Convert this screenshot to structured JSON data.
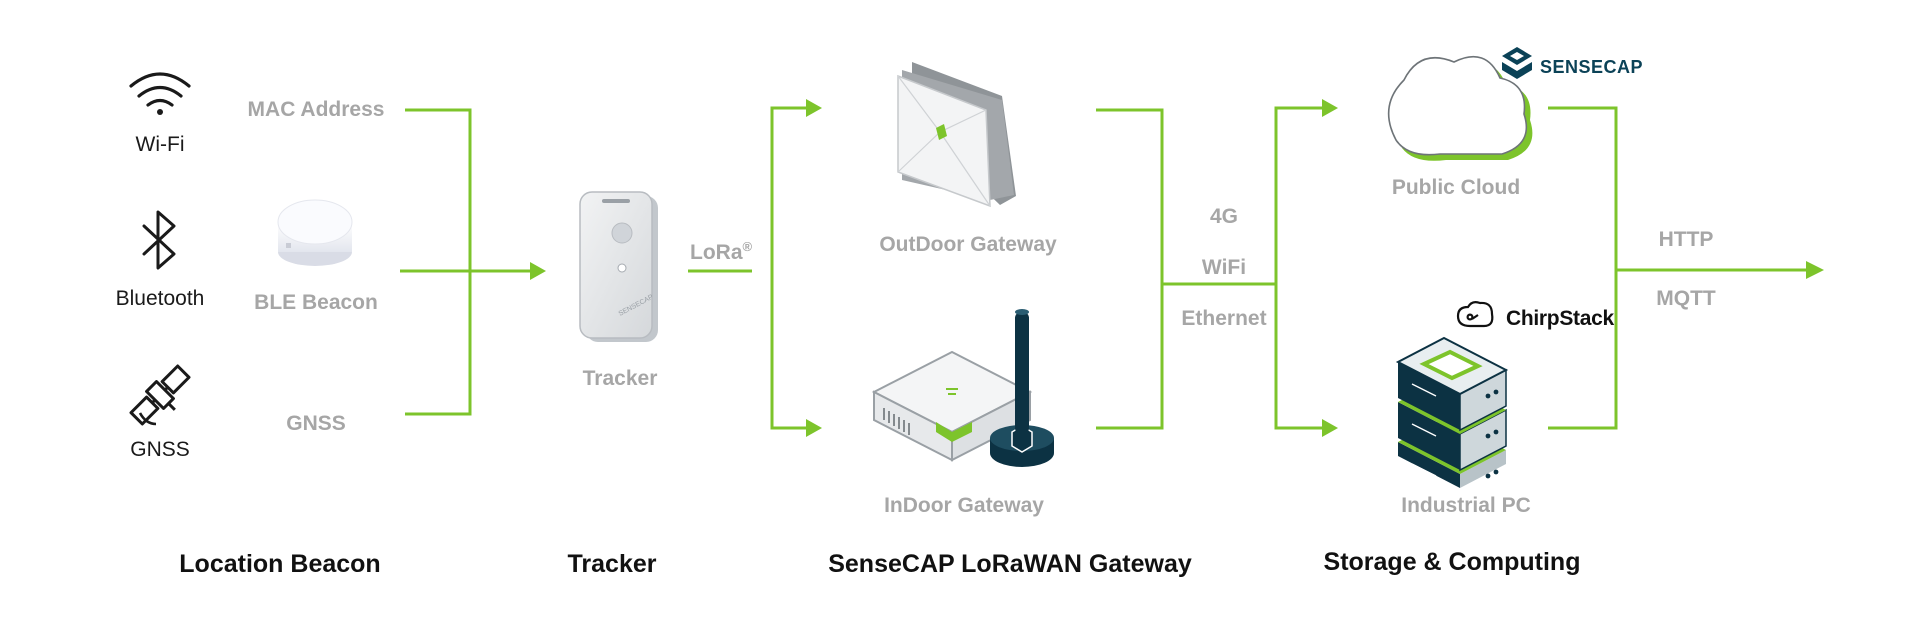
{
  "colors": {
    "green": "#7dc42b",
    "grey_text": "#a6a6a6",
    "navy": "#0b3f55"
  },
  "sources": {
    "wifi": "Wi-Fi",
    "bluetooth": "Bluetooth",
    "gnss": "GNSS",
    "mac_address": "MAC Address",
    "ble_beacon": "BLE Beacon",
    "gnss_signal": "GNSS"
  },
  "tracker": {
    "label": "Tracker",
    "device_brand": "SENSECAP"
  },
  "lora": {
    "label": "LoRa",
    "mark": "®"
  },
  "gateways": {
    "outdoor": "OutDoor Gateway",
    "indoor": "InDoor Gateway"
  },
  "backhaul": [
    "4G",
    "WiFi",
    "Ethernet"
  ],
  "storage": {
    "public_cloud": "Public Cloud",
    "industrial_pc": "Industrial PC",
    "brand_sensecap": "SENSECAP",
    "brand_chirpstack": "ChirpStack"
  },
  "protocols": [
    "HTTP",
    "MQTT"
  ],
  "sections": {
    "location_beacon": "Location Beacon",
    "tracker": "Tracker",
    "gateway": "SenseCAP LoRaWAN Gateway",
    "storage": "Storage & Computing"
  }
}
